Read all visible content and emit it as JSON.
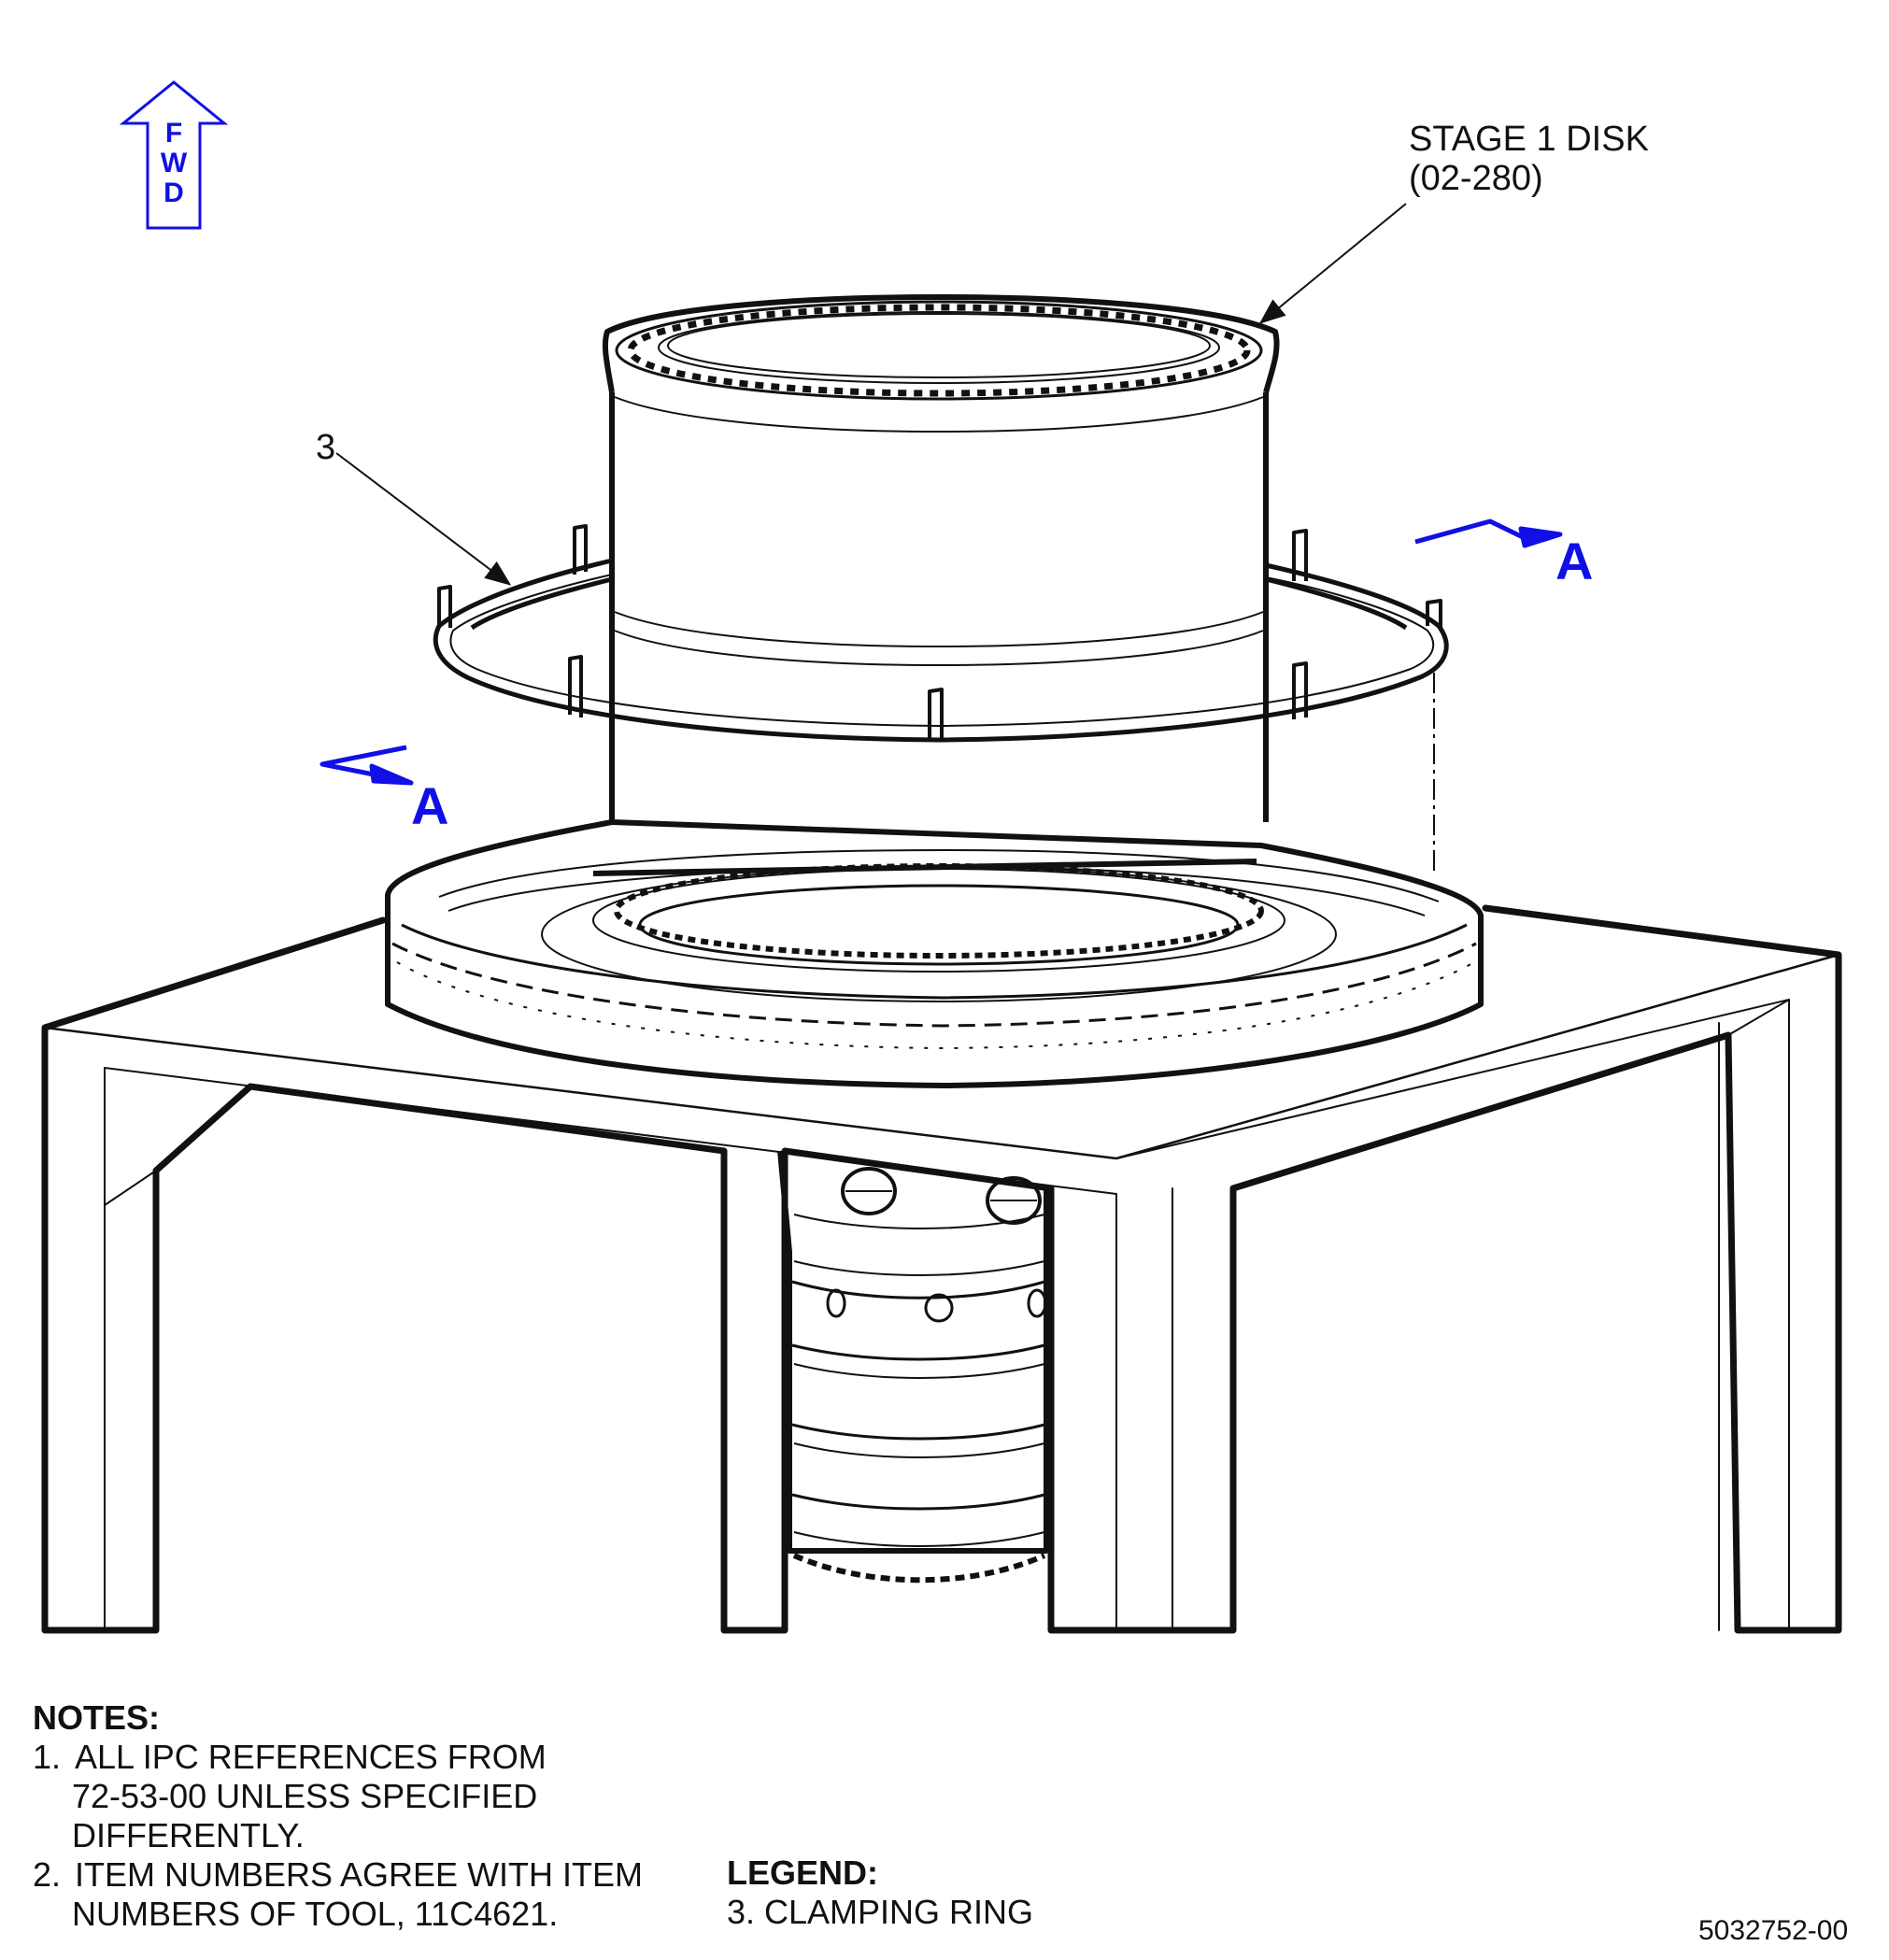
{
  "fwd_indicator": {
    "letters": [
      "F",
      "W",
      "D"
    ],
    "color": "#1010e6"
  },
  "callouts": {
    "stage1_disk": {
      "line1": "STAGE 1 DISK",
      "line2": "(02-280)"
    },
    "item3": "3"
  },
  "section_marks": {
    "left": "A",
    "right": "A",
    "color": "#1010e6"
  },
  "notes": {
    "title": "NOTES:",
    "items": [
      {
        "num": "1.",
        "lines": [
          "ALL IPC REFERENCES FROM",
          "72-53-00 UNLESS SPECIFIED",
          "DIFFERENTLY."
        ]
      },
      {
        "num": "2.",
        "lines": [
          "ITEM NUMBERS AGREE WITH ITEM",
          "NUMBERS OF TOOL, 11C4621."
        ]
      }
    ]
  },
  "legend": {
    "title": "LEGEND:",
    "items": [
      "3. CLAMPING RING"
    ]
  },
  "figure_number": "5032752-00"
}
